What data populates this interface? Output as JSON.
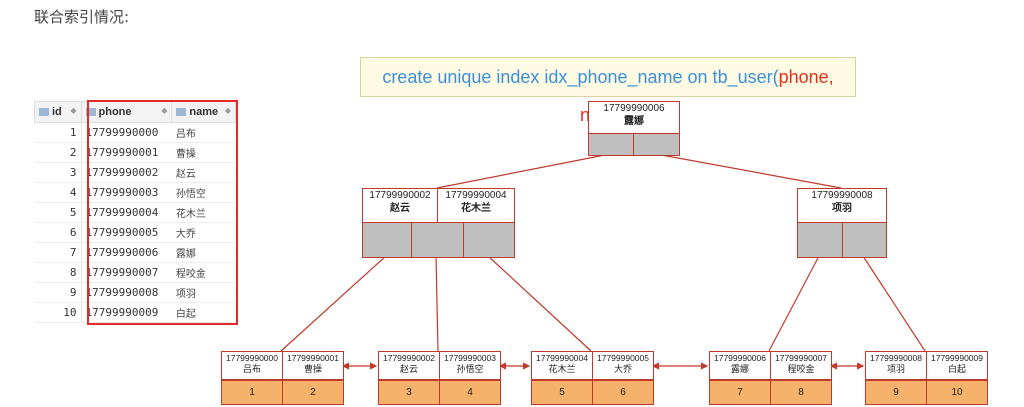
{
  "heading": "联合索引情况:",
  "sql": {
    "prefix": "create unique index idx_phone_name on tb_user(",
    "col1": "phone",
    "sep": ", ",
    "col2": "name",
    "suffix": ");"
  },
  "table": {
    "headers": [
      "id",
      "phone",
      "name"
    ],
    "rows": [
      {
        "id": "1",
        "phone": "17799990000",
        "name": "吕布"
      },
      {
        "id": "2",
        "phone": "17799990001",
        "name": "曹操"
      },
      {
        "id": "3",
        "phone": "17799990002",
        "name": "赵云"
      },
      {
        "id": "4",
        "phone": "17799990003",
        "name": "孙悟空"
      },
      {
        "id": "5",
        "phone": "17799990004",
        "name": "花木兰"
      },
      {
        "id": "6",
        "phone": "17799990005",
        "name": "大乔"
      },
      {
        "id": "7",
        "phone": "17799990006",
        "name": "露娜"
      },
      {
        "id": "8",
        "phone": "17799990007",
        "name": "程咬金"
      },
      {
        "id": "9",
        "phone": "17799990008",
        "name": "项羽"
      },
      {
        "id": "10",
        "phone": "17799990009",
        "name": "白起"
      }
    ]
  },
  "tree": {
    "root": {
      "phone": "17799990006",
      "name": "露娜"
    },
    "left": [
      {
        "phone": "17799990002",
        "name": "赵云"
      },
      {
        "phone": "17799990004",
        "name": "花木兰"
      }
    ],
    "right": {
      "phone": "17799990008",
      "name": "项羽"
    },
    "leaves": [
      {
        "keys": [
          {
            "phone": "17799990000",
            "name": "吕布",
            "id": "1"
          },
          {
            "phone": "17799990001",
            "name": "曹操",
            "id": "2"
          }
        ]
      },
      {
        "keys": [
          {
            "phone": "17799990002",
            "name": "赵云",
            "id": "3"
          },
          {
            "phone": "17799990003",
            "name": "孙悟空",
            "id": "4"
          }
        ]
      },
      {
        "keys": [
          {
            "phone": "17799990004",
            "name": "花木兰",
            "id": "5"
          },
          {
            "phone": "17799990005",
            "name": "大乔",
            "id": "6"
          }
        ]
      },
      {
        "keys": [
          {
            "phone": "17799990006",
            "name": "露娜",
            "id": "7"
          },
          {
            "phone": "17799990007",
            "name": "程咬金",
            "id": "8"
          }
        ]
      },
      {
        "keys": [
          {
            "phone": "17799990008",
            "name": "项羽",
            "id": "9"
          },
          {
            "phone": "17799990009",
            "name": "白起",
            "id": "10"
          }
        ]
      }
    ]
  },
  "colors": {
    "accent": "#3d8fd8",
    "highlight": "#e0301e",
    "node_border": "#c0392b",
    "leaf_fill": "#f6b26b",
    "pointer_fill": "#bfbfbf"
  }
}
